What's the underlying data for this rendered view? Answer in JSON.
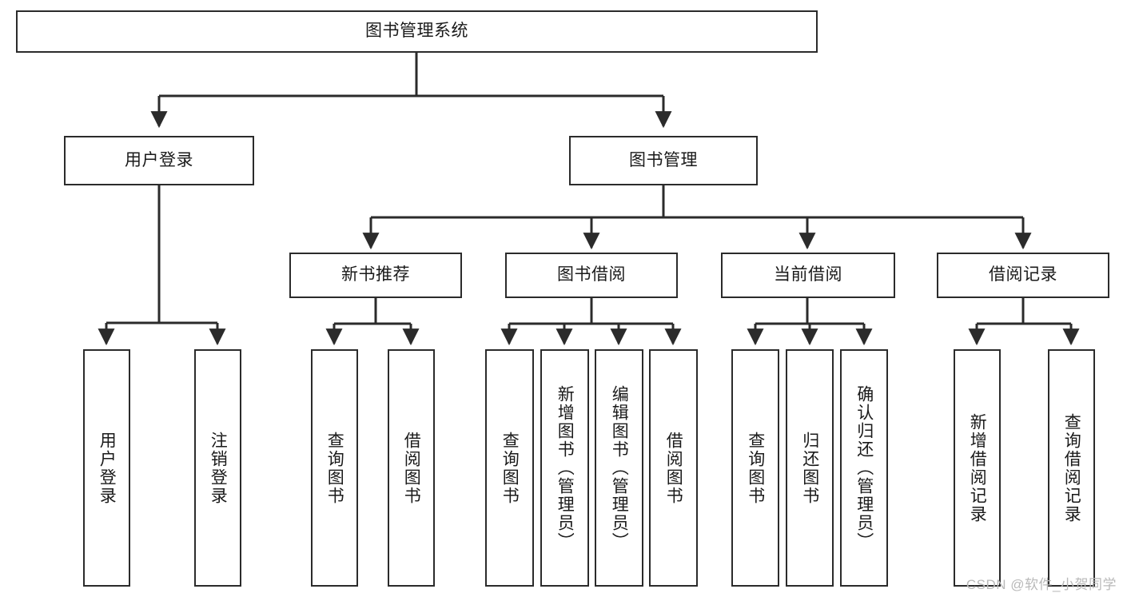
{
  "diagram": {
    "title": "图书管理系统",
    "type": "tree-hierarchy",
    "watermark": "CSDN @软件_小贺同学",
    "colors": {
      "box_border": "#2b2b2b",
      "box_fill": "#ffffff",
      "edge": "#2b2b2b",
      "text": "#1a1a1a",
      "watermark": "#b9b9b9"
    },
    "nodes": {
      "root": {
        "label": "图书管理系统"
      },
      "level2": [
        {
          "label": "用户登录"
        },
        {
          "label": "图书管理"
        }
      ],
      "level3": [
        {
          "label": "新书推荐"
        },
        {
          "label": "图书借阅"
        },
        {
          "label": "当前借阅"
        },
        {
          "label": "借阅记录"
        }
      ],
      "leaves": {
        "user_login": [
          {
            "label": "用户登录"
          },
          {
            "label": "注销登录"
          }
        ],
        "new_book_recommend": [
          {
            "label": "查询图书"
          },
          {
            "label": "借阅图书"
          }
        ],
        "book_borrow": [
          {
            "label": "查询图书"
          },
          {
            "label": "新增图书（管理员）"
          },
          {
            "label": "编辑图书（管理员）"
          },
          {
            "label": "借阅图书"
          }
        ],
        "current_borrow": [
          {
            "label": "查询图书"
          },
          {
            "label": "归还图书"
          },
          {
            "label": "确认归还（管理员）"
          }
        ],
        "borrow_record": [
          {
            "label": "新增借阅记录"
          },
          {
            "label": "查询借阅记录"
          }
        ]
      }
    }
  }
}
